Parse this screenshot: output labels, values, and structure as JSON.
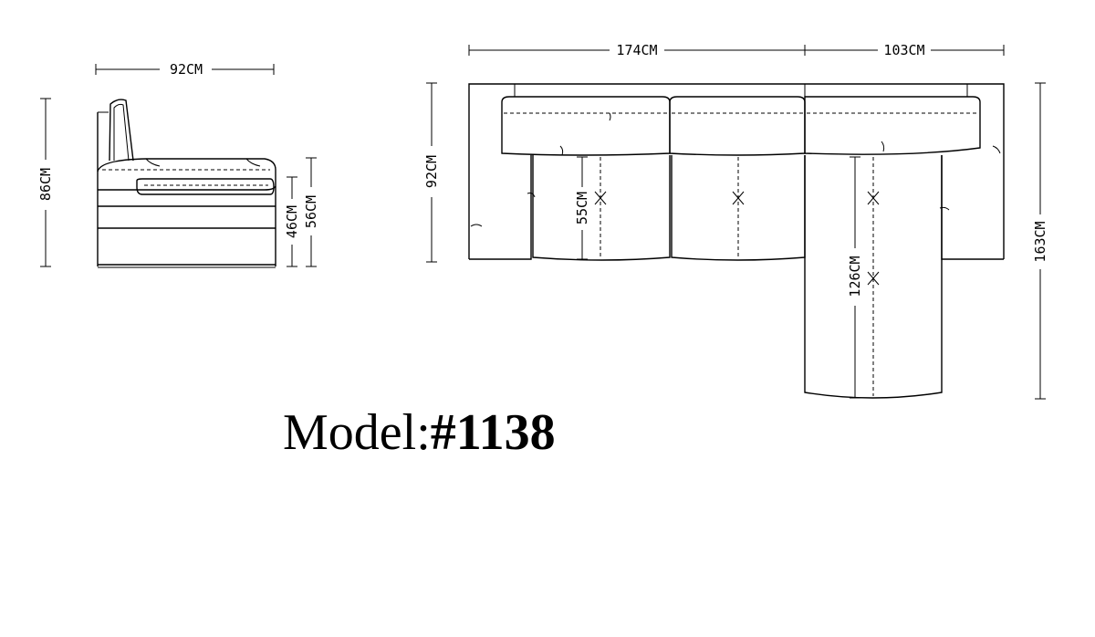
{
  "side_view": {
    "width_label": "92CM",
    "height_label": "86CM",
    "seat_height_label": "46CM",
    "arm_height_label": "56CM"
  },
  "top_view": {
    "main_width_label": "174CM",
    "chaise_width_label": "103CM",
    "depth_label": "92CM",
    "total_depth_label": "163CM",
    "seat_depth_label": "55CM",
    "chaise_seat_label": "126CM"
  },
  "model": {
    "prefix": "Model:",
    "number": "#1138"
  },
  "colors": {
    "line": "#000000",
    "background": "#ffffff"
  }
}
